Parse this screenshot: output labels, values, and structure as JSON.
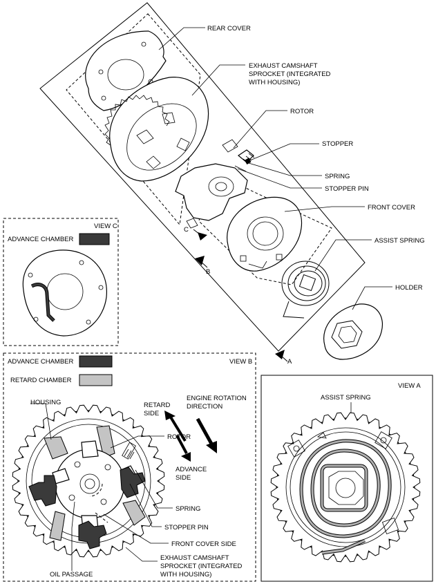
{
  "exploded": {
    "labels": {
      "rear_cover": "REAR COVER",
      "sprocket_1": "EXHAUST  CAMSHAFT",
      "sprocket_2": "SPROCKET (INTEGRATED",
      "sprocket_3": "WITH HOUSING)",
      "rotor": "ROTOR",
      "stopper": "STOPPER",
      "spring": "SPRING",
      "stopper_pin": "STOPPER PIN",
      "front_cover": "FRONT COVER",
      "assist_spring": "ASSIST SPRING",
      "holder": "HOLDER"
    },
    "arrows": {
      "a": "A",
      "b": "B",
      "c": "C"
    }
  },
  "view_c": {
    "title": "VIEW C",
    "legend_advance": "ADVANCE CHAMBER"
  },
  "view_b": {
    "title": "VIEW B",
    "legend_advance": "ADVANCE CHAMBER",
    "legend_retard": "RETARD CHAMBER",
    "labels": {
      "housing": "HOUSING",
      "retard_side_1": "RETARD",
      "retard_side_2": "SIDE",
      "engine_rot_1": "ENGINE ROTATION",
      "engine_rot_2": "DIRECTION",
      "rotor": "ROTOR",
      "advance_side_1": "ADVANCE",
      "advance_side_2": "SIDE",
      "spring": "SPRING",
      "stopper_pin": "STOPPER PIN",
      "front_cover_side": "FRONT COVER SIDE",
      "sprocket_1": "EXHAUST CAMSHAFT",
      "sprocket_2": "SPROCKET (INTEGRATED",
      "sprocket_3": "WITH HOUSING)",
      "oil_passage": "OIL PASSAGE"
    }
  },
  "view_a": {
    "title": "VIEW A",
    "assist_spring": "ASSIST SPRING"
  },
  "colors": {
    "advance_chamber": "#3a3a3a",
    "retard_chamber": "#c4c4c4",
    "line": "#000000"
  }
}
